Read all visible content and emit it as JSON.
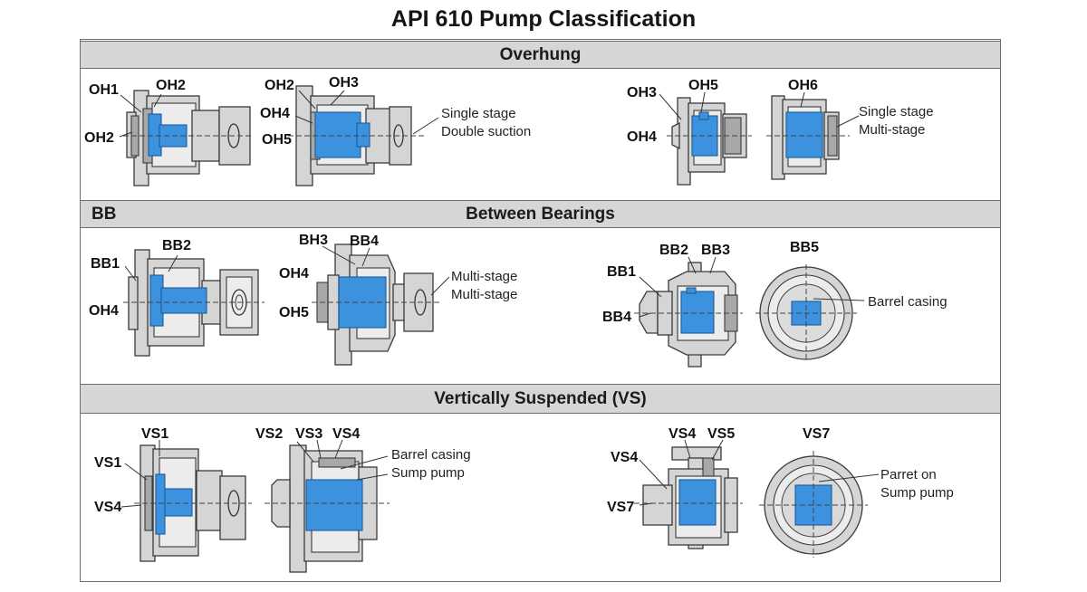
{
  "title": "API 610 Pump Classification",
  "sections": {
    "overhung": {
      "label": "Overhung"
    },
    "between_bearings": {
      "tag": "BB",
      "label": "Between Bearings"
    },
    "vertical": {
      "label": "Vertically Suspended (VS)"
    }
  },
  "labels": {
    "oh_a": [
      "OH1",
      "OH2",
      "OH2"
    ],
    "oh_b": [
      "OH2",
      "OH3",
      "OH4",
      "OH5"
    ],
    "oh_b_note": [
      "Single stage",
      "Double suction"
    ],
    "oh_c": [
      "OH3",
      "OH5",
      "OH4"
    ],
    "oh_d": [
      "OH6"
    ],
    "oh_d_note": [
      "Single stage",
      "Multi-stage"
    ],
    "bb_a": [
      "BB2",
      "BB1",
      "OH4"
    ],
    "bb_b": [
      "BH3",
      "BB4",
      "OH4",
      "OH5"
    ],
    "bb_b_note": [
      "Multi-stage",
      "Multi-stage"
    ],
    "bb_c": [
      "BB2",
      "BB3",
      "BB1",
      "BB4"
    ],
    "bb_d": [
      "BB5"
    ],
    "bb_d_note": [
      "Barrel casing"
    ],
    "vs_a": [
      "VS1",
      "VS1",
      "VS4"
    ],
    "vs_b": [
      "VS2",
      "VS3",
      "VS4"
    ],
    "vs_b_note": [
      "Barrel casing",
      "Sump pump"
    ],
    "vs_c": [
      "VS4",
      "VS5",
      "VS4",
      "VS7"
    ],
    "vs_d": [
      "VS7"
    ],
    "vs_d_note": [
      "Parret on",
      "Sump pump"
    ]
  },
  "colors": {
    "impeller": "#3c92de",
    "casing": "#d5d5d5",
    "band": "#d6d6d6"
  }
}
